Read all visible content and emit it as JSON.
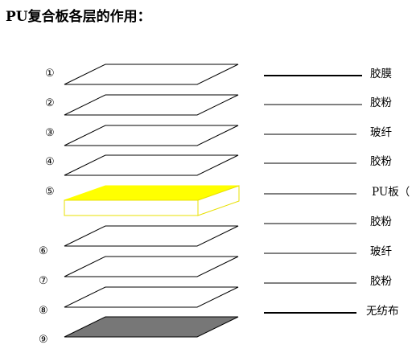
{
  "title": "PU复合板各层的作用：",
  "colors": {
    "pu_board": "#ffff00",
    "nonwoven": "#777777",
    "line": "#000000"
  },
  "layers": [
    {
      "number": "①",
      "name": "胶膜"
    },
    {
      "number": "②",
      "name": "胶粉"
    },
    {
      "number": "③",
      "name": "玻纤"
    },
    {
      "number": "④",
      "name": "胶粉"
    },
    {
      "number": "⑤",
      "name": "PU板（"
    },
    {
      "number": "",
      "name": "胶粉"
    },
    {
      "number": "⑥",
      "name": "玻纤"
    },
    {
      "number": "⑦",
      "name": "胶粉"
    },
    {
      "number": "⑧",
      "name": "无纺布"
    },
    {
      "number": "⑨",
      "name": ""
    }
  ]
}
